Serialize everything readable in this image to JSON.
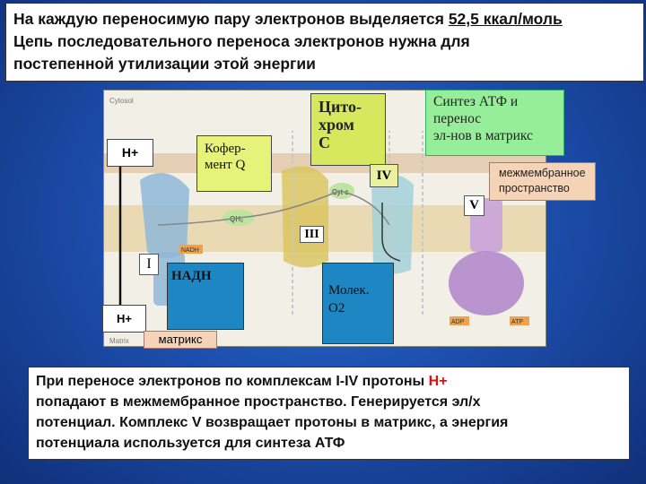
{
  "header": {
    "line1_prefix": "На каждую переносимую пару электронов выделяется ",
    "line1_value": "52,5 ккал/моль",
    "line2": "Цепь последовательного переноса электронов нужна для",
    "line3": "постепенной утилизации этой энергии"
  },
  "diagram": {
    "small_labels": {
      "cytosol": "Cytosol",
      "matrix": "Matrix",
      "cyt_c": "Cyt c",
      "qh2": "QH₂",
      "nadh_small": "NADH",
      "adp": "ADP",
      "atp": "ATP"
    },
    "koferment": [
      "Кофер-",
      "мент Q"
    ],
    "h_plus": "H+",
    "cytochrome_c": [
      "Цито-",
      "хром",
      "С"
    ],
    "atp_synthesis": [
      "Синтез АТФ и",
      "перенос",
      "эл-нов в матрикс"
    ],
    "intermembrane": [
      "межмембранное",
      "пространство"
    ],
    "complex_labels": {
      "i": "I",
      "iii": "III",
      "iv": "IV",
      "v": "V"
    },
    "nadh": "НАДН",
    "molecular_oxygen": [
      "Молек.",
      "О2"
    ],
    "matrix": "матрикс"
  },
  "footer": {
    "line1_prefix": "При переносе электронов по комплексам I-IV протоны ",
    "line1_red": "Н+",
    "line2": "попадают в межмембранное пространство. Генерируется эл/х",
    "line3": "потенциал. Комплекс V возвращает протоны в матрикс, а энергия",
    "line4": "потенциала используется для синтеза АТФ"
  },
  "colors": {
    "background": "#1d4fae",
    "accent_red": "#e01010",
    "label_yellow": "#d8e85e",
    "label_green": "#96ee9a",
    "label_peach": "#f5d3b6",
    "label_blue": "#1f86c4"
  }
}
